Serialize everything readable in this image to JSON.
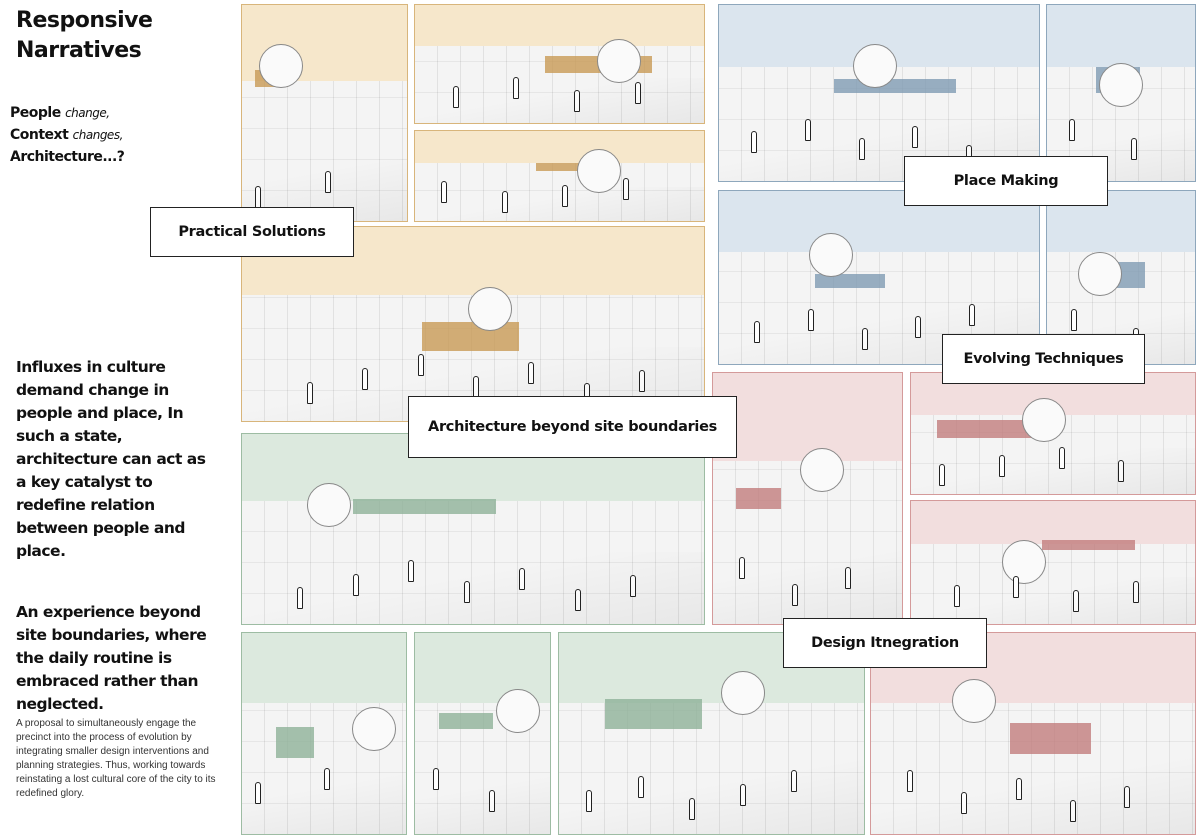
{
  "title": "Responsive Narratives",
  "question": {
    "l1_bold": "People",
    "l1_it": "change,",
    "l2_bold": "Context",
    "l2_it": "changes,",
    "l3_bold": "Architecture...?"
  },
  "para1": "Influxes in culture demand change in people and place, In such a state, architecture can act as a key catalyst to redefine relation between people and place.",
  "para2": "An experience beyond site boundaries, where the daily routine is embraced rather than neglected.",
  "para3": "A proposal to simultaneously engage the precinct into the process of evolution by integrating smaller design interventions and planning strategies. Thus, working towards reinstating a lost cultural core of the city to its redefined glory.",
  "labels": {
    "practical": "Practical Solutions",
    "place": "Place Making",
    "evolving": "Evolving Techniques",
    "beyond": "Architecture beyond site boundaries",
    "design": "Design Itnegration"
  },
  "colors": {
    "orange": "#d8b57b",
    "blue": "#8ea7bc",
    "green": "#9dbca3",
    "red": "#d49a9a"
  }
}
